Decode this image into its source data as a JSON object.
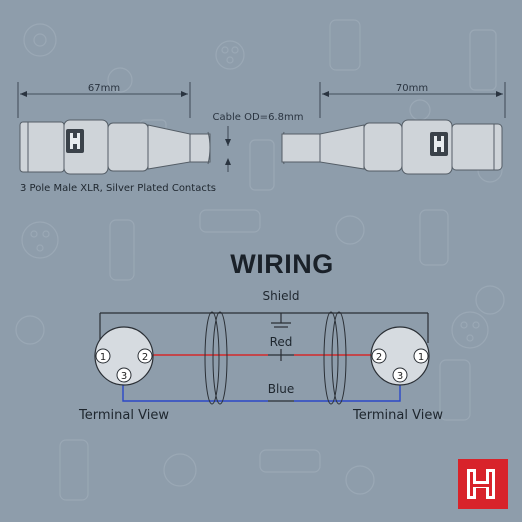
{
  "dimensions": {
    "left_length": "67mm",
    "right_length": "70mm",
    "cable_od": "Cable OD=6.8mm"
  },
  "connector_description": "3 Pole Male XLR, Silver Plated Contacts",
  "wiring": {
    "title": "WIRING",
    "shield_label": "Shield",
    "red_label": "Red",
    "blue_label": "Blue",
    "left_view_label": "Terminal View",
    "right_view_label": "Terminal View",
    "pins": [
      "1",
      "2",
      "3"
    ]
  },
  "colors": {
    "background": "#8e9dab",
    "red_wire": "#d42a2a",
    "blue_wire": "#2b48c8",
    "logo_red": "#d8232a",
    "connector_fill": "#cfd4d9"
  },
  "icons": {
    "logo": "hosa-h-logo"
  }
}
